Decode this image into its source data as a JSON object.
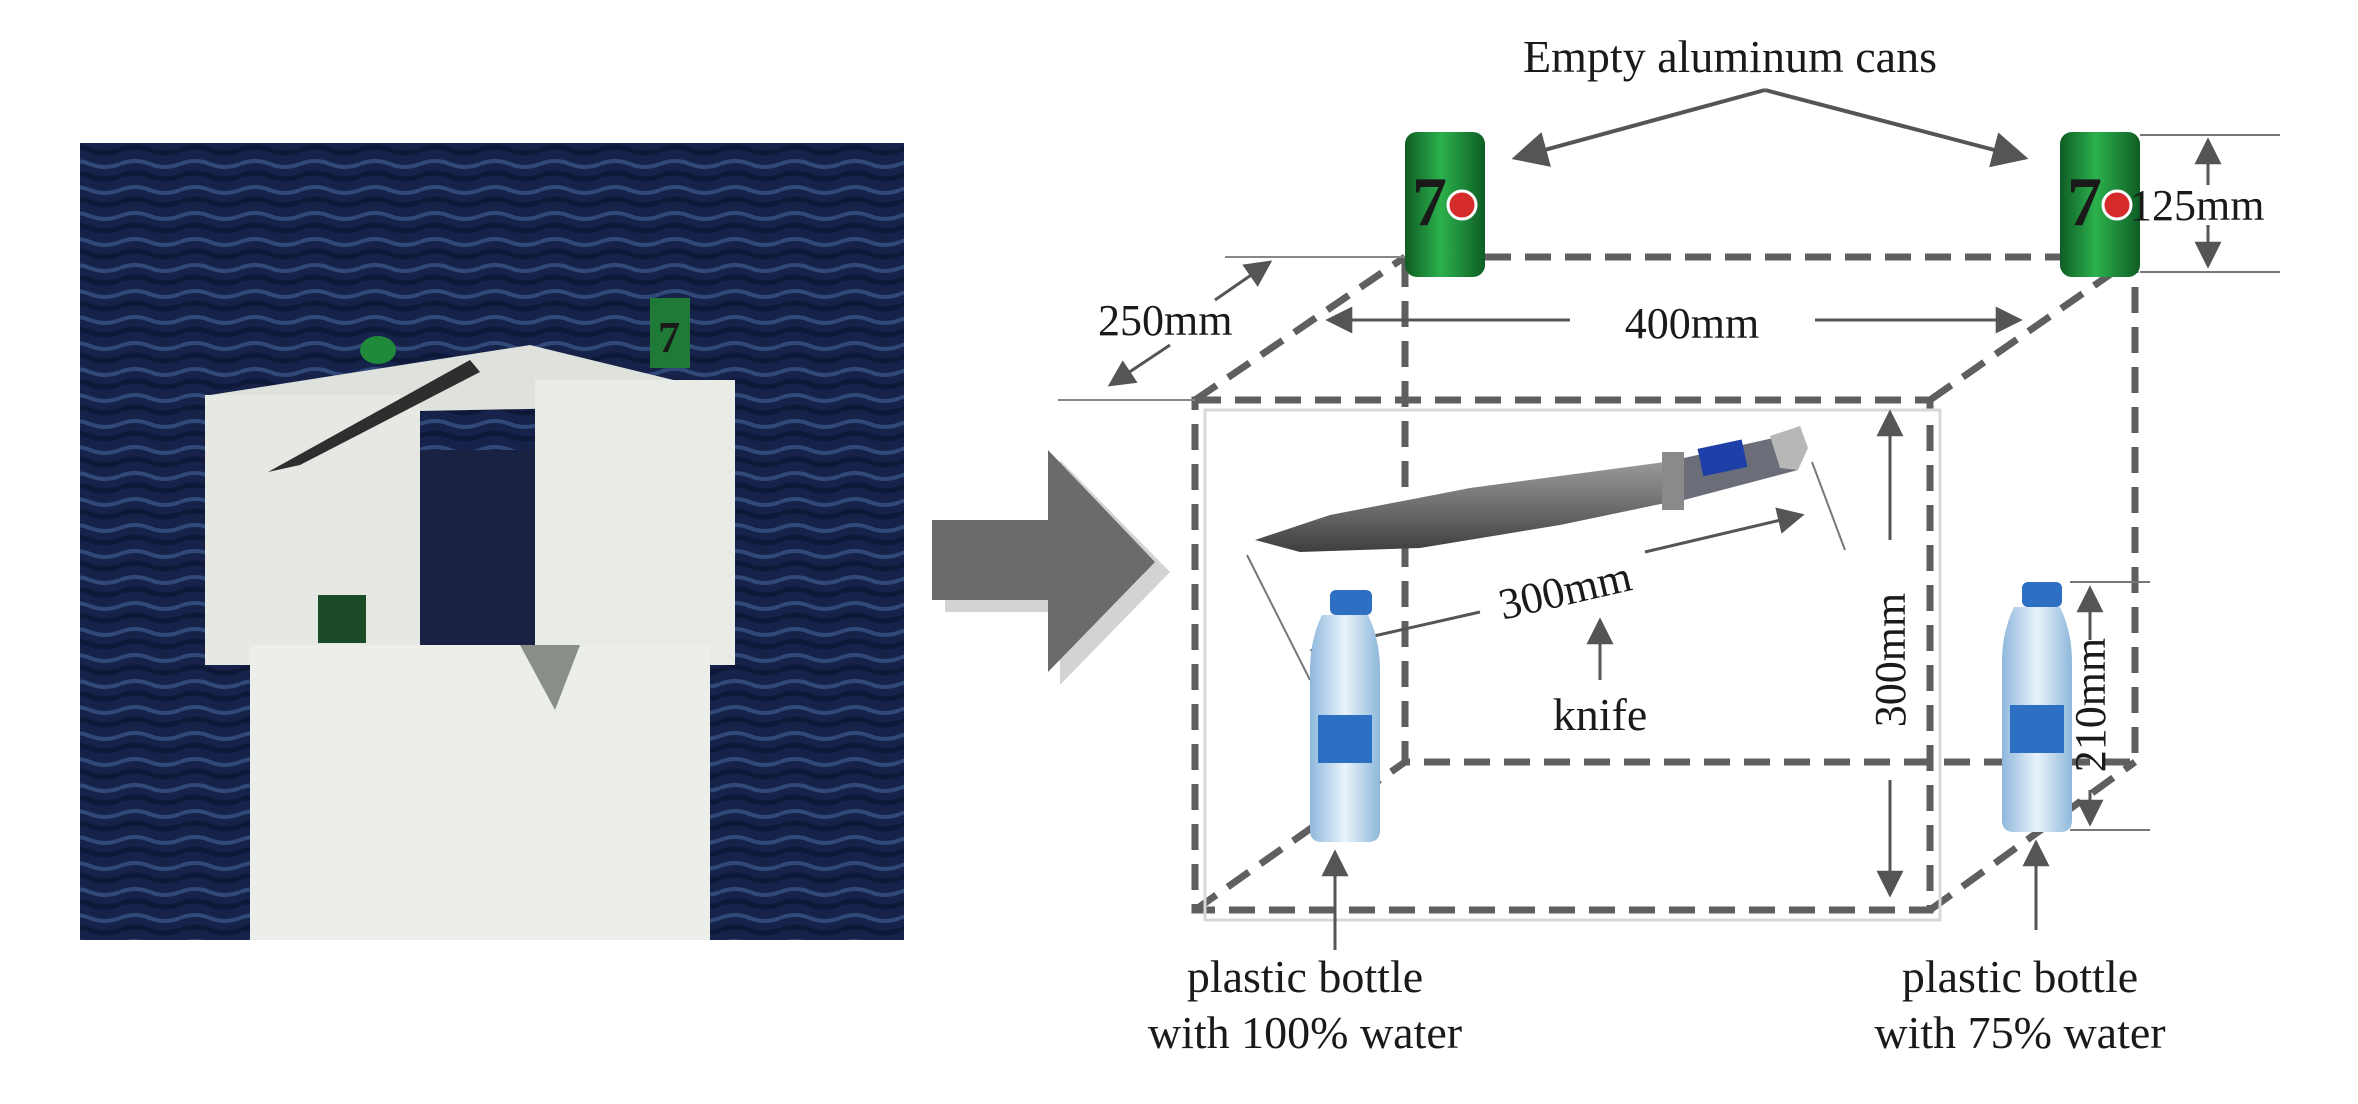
{
  "labels": {
    "cans": "Empty aluminum cans",
    "depth": "250mm",
    "width": "400mm",
    "can_height": "125mm",
    "knife_length": "300mm",
    "knife": "knife",
    "box_height": "300mm",
    "bottle_height": "210mm",
    "bottle_left_line1": "plastic bottle",
    "bottle_left_line2": "with 100%  water",
    "bottle_right_line1": "plastic bottle",
    "bottle_right_line2": "with 75%  water",
    "can_logo": "7"
  },
  "colors": {
    "dash": "#5f5f5f",
    "arrow": "#555555",
    "big_arrow": "#6b6b6b",
    "can_green": "#1e8a3a",
    "photo_bg": "#16224a",
    "foam": "#e9ebe6"
  }
}
